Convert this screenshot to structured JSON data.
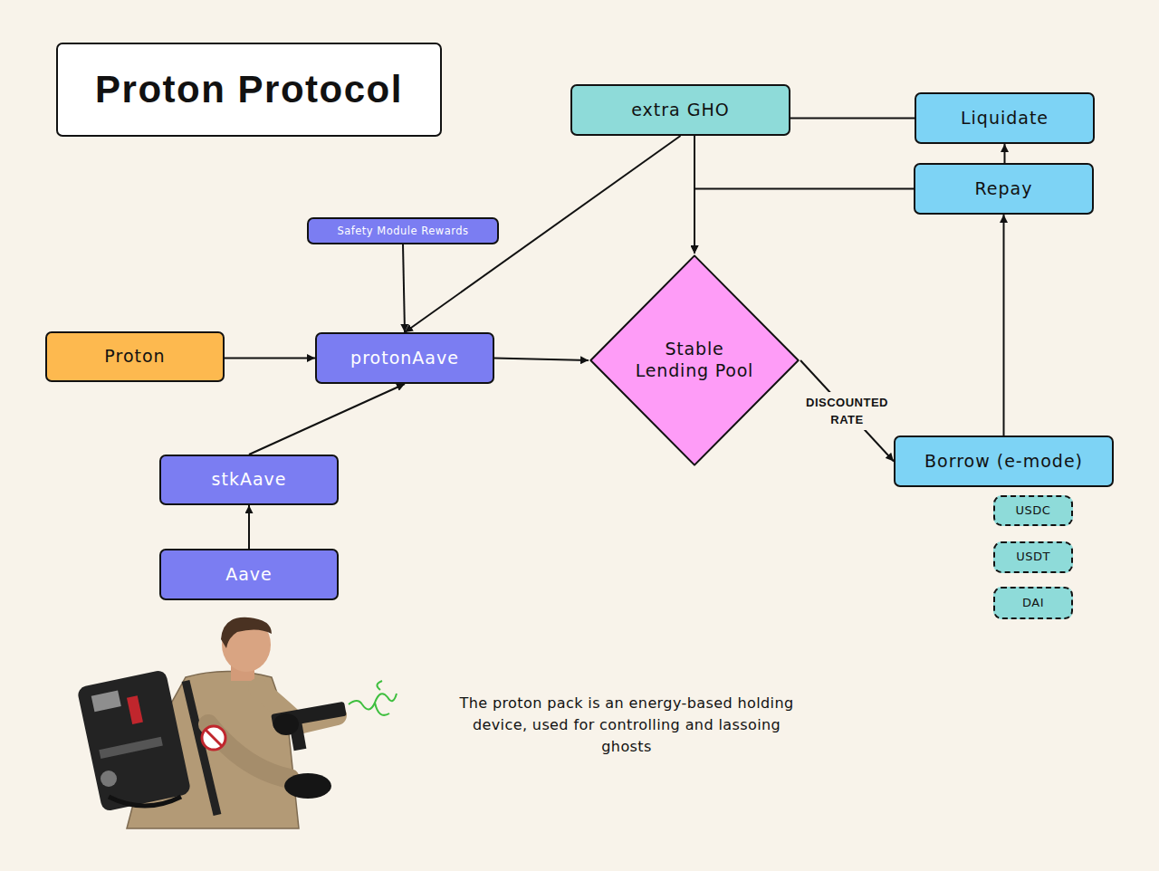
{
  "diagram": {
    "title": "Proton Protocol",
    "nodes": [
      {
        "text": [
          "extra GHO"
        ]
      },
      {
        "text": [
          "Liquidate"
        ]
      },
      {
        "text": [
          "Repay"
        ]
      },
      {
        "text": [
          "Safety Module Rewards"
        ]
      },
      {
        "text": [
          "Proton"
        ]
      },
      {
        "text": [
          "protonAave"
        ]
      },
      {
        "text": [
          "Stable Lending Pool"
        ]
      },
      {
        "text": [
          "Borrow (e-mode)"
        ]
      },
      {
        "text": [
          "stkAave"
        ]
      },
      {
        "text": [
          "USDC"
        ]
      },
      {
        "text": [
          "USDT"
        ]
      },
      {
        "text": [
          "Aave"
        ]
      },
      {
        "text": [
          "DAI"
        ]
      }
    ],
    "edges": [
      {
        "from": 0,
        "to": 1,
        "arrow": "none"
      },
      {
        "from": 0,
        "to": 6,
        "arrow": "to"
      },
      {
        "from": 2,
        "to": 6,
        "arrow": "to"
      },
      {
        "from": 0,
        "to": 5,
        "arrow": "to"
      },
      {
        "from": 3,
        "to": 5,
        "arrow": "to"
      },
      {
        "from": 4,
        "to": 5,
        "arrow": "to"
      },
      {
        "from": 8,
        "to": 5,
        "arrow": "to"
      },
      {
        "from": 11,
        "to": 8,
        "arrow": "to"
      },
      {
        "from": 5,
        "to": 6,
        "arrow": "to"
      },
      {
        "from": 6,
        "to": 7,
        "label": "DISCOUNTED RATE",
        "arrow": "to"
      },
      {
        "from": 7,
        "to": 2,
        "arrow": "to"
      },
      {
        "from": 2,
        "to": 1,
        "arrow": "to"
      }
    ],
    "labels": [
      "The proton pack is an energy-based holding device, used for controlling and lassoing ghosts"
    ]
  }
}
